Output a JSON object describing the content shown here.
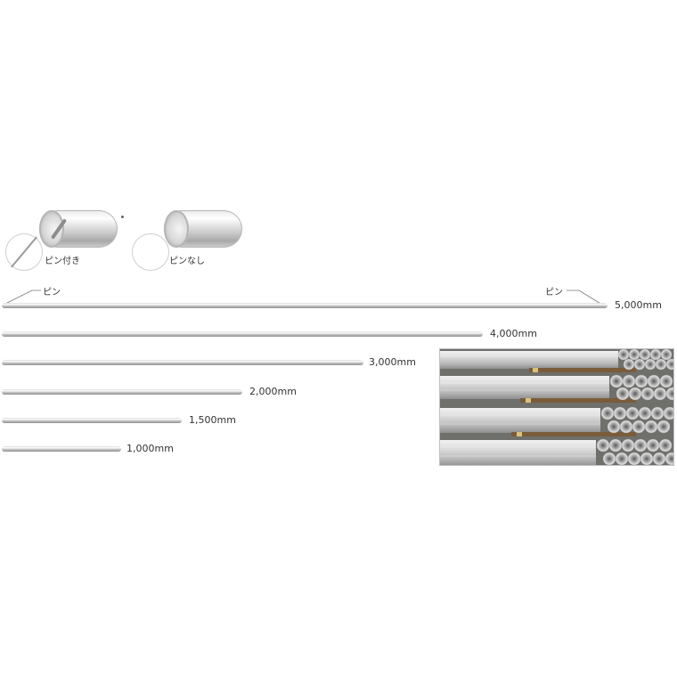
{
  "icons": {
    "with_pin_label": "ピン付き",
    "no_pin_label": "ピンなし"
  },
  "pins": {
    "left_label": "ピン",
    "right_label": "ピン"
  },
  "pipes": [
    {
      "label": "5,000mm",
      "length_mm": 5000
    },
    {
      "label": "4,000mm",
      "length_mm": 4000
    },
    {
      "label": "3,000mm",
      "length_mm": 3000
    },
    {
      "label": "2,000mm",
      "length_mm": 2000
    },
    {
      "label": "1,500mm",
      "length_mm": 1500
    },
    {
      "label": "1,000mm",
      "length_mm": 1000
    }
  ],
  "colors": {
    "pipe_silver": "#bdbdbd",
    "text": "#333333"
  }
}
